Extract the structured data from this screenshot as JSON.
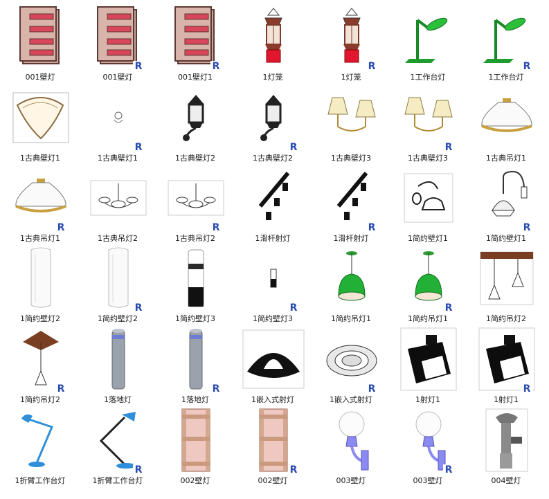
{
  "revit_badge_text": "R",
  "items": [
    {
      "label": "001壁灯",
      "icon": "brick-wall-lamp-icon",
      "revit": false
    },
    {
      "label": "001壁灯",
      "icon": "brick-wall-lamp-icon",
      "revit": true
    },
    {
      "label": "001壁灯1",
      "icon": "brick-wall-lamp-icon",
      "revit": true
    },
    {
      "label": "1灯笼",
      "icon": "lantern-icon",
      "revit": false
    },
    {
      "label": "1灯笼",
      "icon": "lantern-icon",
      "revit": true
    },
    {
      "label": "1工作台灯",
      "icon": "green-desk-lamp-icon",
      "revit": false
    },
    {
      "label": "1工作台灯",
      "icon": "green-desk-lamp-icon",
      "revit": true
    },
    {
      "label": "1古典壁灯1",
      "icon": "shell-sconce-icon",
      "revit": false
    },
    {
      "label": "1古典壁灯1",
      "icon": "small-sconce-icon",
      "revit": true
    },
    {
      "label": "1古典壁灯2",
      "icon": "black-lantern-sconce-icon",
      "revit": false
    },
    {
      "label": "1古典壁灯2",
      "icon": "black-lantern-sconce-icon",
      "revit": true
    },
    {
      "label": "1古典壁灯3",
      "icon": "double-shade-sconce-icon",
      "revit": false
    },
    {
      "label": "1古典壁灯3",
      "icon": "double-shade-sconce-icon",
      "revit": true
    },
    {
      "label": "1古典吊灯1",
      "icon": "bowl-pendant-icon",
      "revit": false
    },
    {
      "label": "1古典吊灯1",
      "icon": "bowl-pendant-icon",
      "revit": true
    },
    {
      "label": "1古典吊灯2",
      "icon": "chandelier-icon",
      "revit": false
    },
    {
      "label": "1古典吊灯2",
      "icon": "chandelier-icon",
      "revit": true
    },
    {
      "label": "1滑杆射灯",
      "icon": "track-spotlight-icon",
      "revit": false
    },
    {
      "label": "1滑杆射灯",
      "icon": "track-spotlight-icon",
      "revit": true
    },
    {
      "label": "1简约壁灯1",
      "icon": "simple-sconce-icon",
      "revit": false
    },
    {
      "label": "1简约壁灯1",
      "icon": "gooseneck-sconce-icon",
      "revit": true
    },
    {
      "label": "1简约壁灯2",
      "icon": "glass-cylinder-sconce-icon",
      "revit": false
    },
    {
      "label": "1简约壁灯2",
      "icon": "glass-cylinder-sconce-icon",
      "revit": true
    },
    {
      "label": "1简约壁灯3",
      "icon": "tube-sconce-icon",
      "revit": false
    },
    {
      "label": "1简约壁灯3",
      "icon": "small-tube-icon",
      "revit": true
    },
    {
      "label": "1简约吊灯1",
      "icon": "green-pendant-icon",
      "revit": false
    },
    {
      "label": "1简约吊灯1",
      "icon": "green-pendant-icon",
      "revit": true
    },
    {
      "label": "1简约吊灯2",
      "icon": "double-cone-pendant-icon",
      "revit": false
    },
    {
      "label": "1简约吊灯2",
      "icon": "single-cone-pendant-icon",
      "revit": true
    },
    {
      "label": "1落地灯",
      "icon": "bollard-icon",
      "revit": false
    },
    {
      "label": "1落地灯",
      "icon": "bollard-icon",
      "revit": true
    },
    {
      "label": "1嵌入式射灯",
      "icon": "recessed-black-icon",
      "revit": false
    },
    {
      "label": "1嵌入式射灯",
      "icon": "recessed-ring-icon",
      "revit": true
    },
    {
      "label": "1射灯1",
      "icon": "box-spotlight-icon",
      "revit": false
    },
    {
      "label": "1射灯1",
      "icon": "box-spotlight-icon",
      "revit": true
    },
    {
      "label": "1折臂工作台灯",
      "icon": "blue-arm-lamp-icon",
      "revit": false
    },
    {
      "label": "1折臂工作台灯",
      "icon": "black-arm-lamp-icon",
      "revit": true
    },
    {
      "label": "002壁灯",
      "icon": "ladder-panel-icon",
      "revit": false
    },
    {
      "label": "002壁灯",
      "icon": "ladder-panel-icon",
      "revit": true
    },
    {
      "label": "003壁灯",
      "icon": "globe-sconce-icon",
      "revit": false
    },
    {
      "label": "003壁灯",
      "icon": "globe-sconce-icon",
      "revit": true
    },
    {
      "label": "004壁灯",
      "icon": "faucet-sconce-icon",
      "revit": false
    }
  ]
}
